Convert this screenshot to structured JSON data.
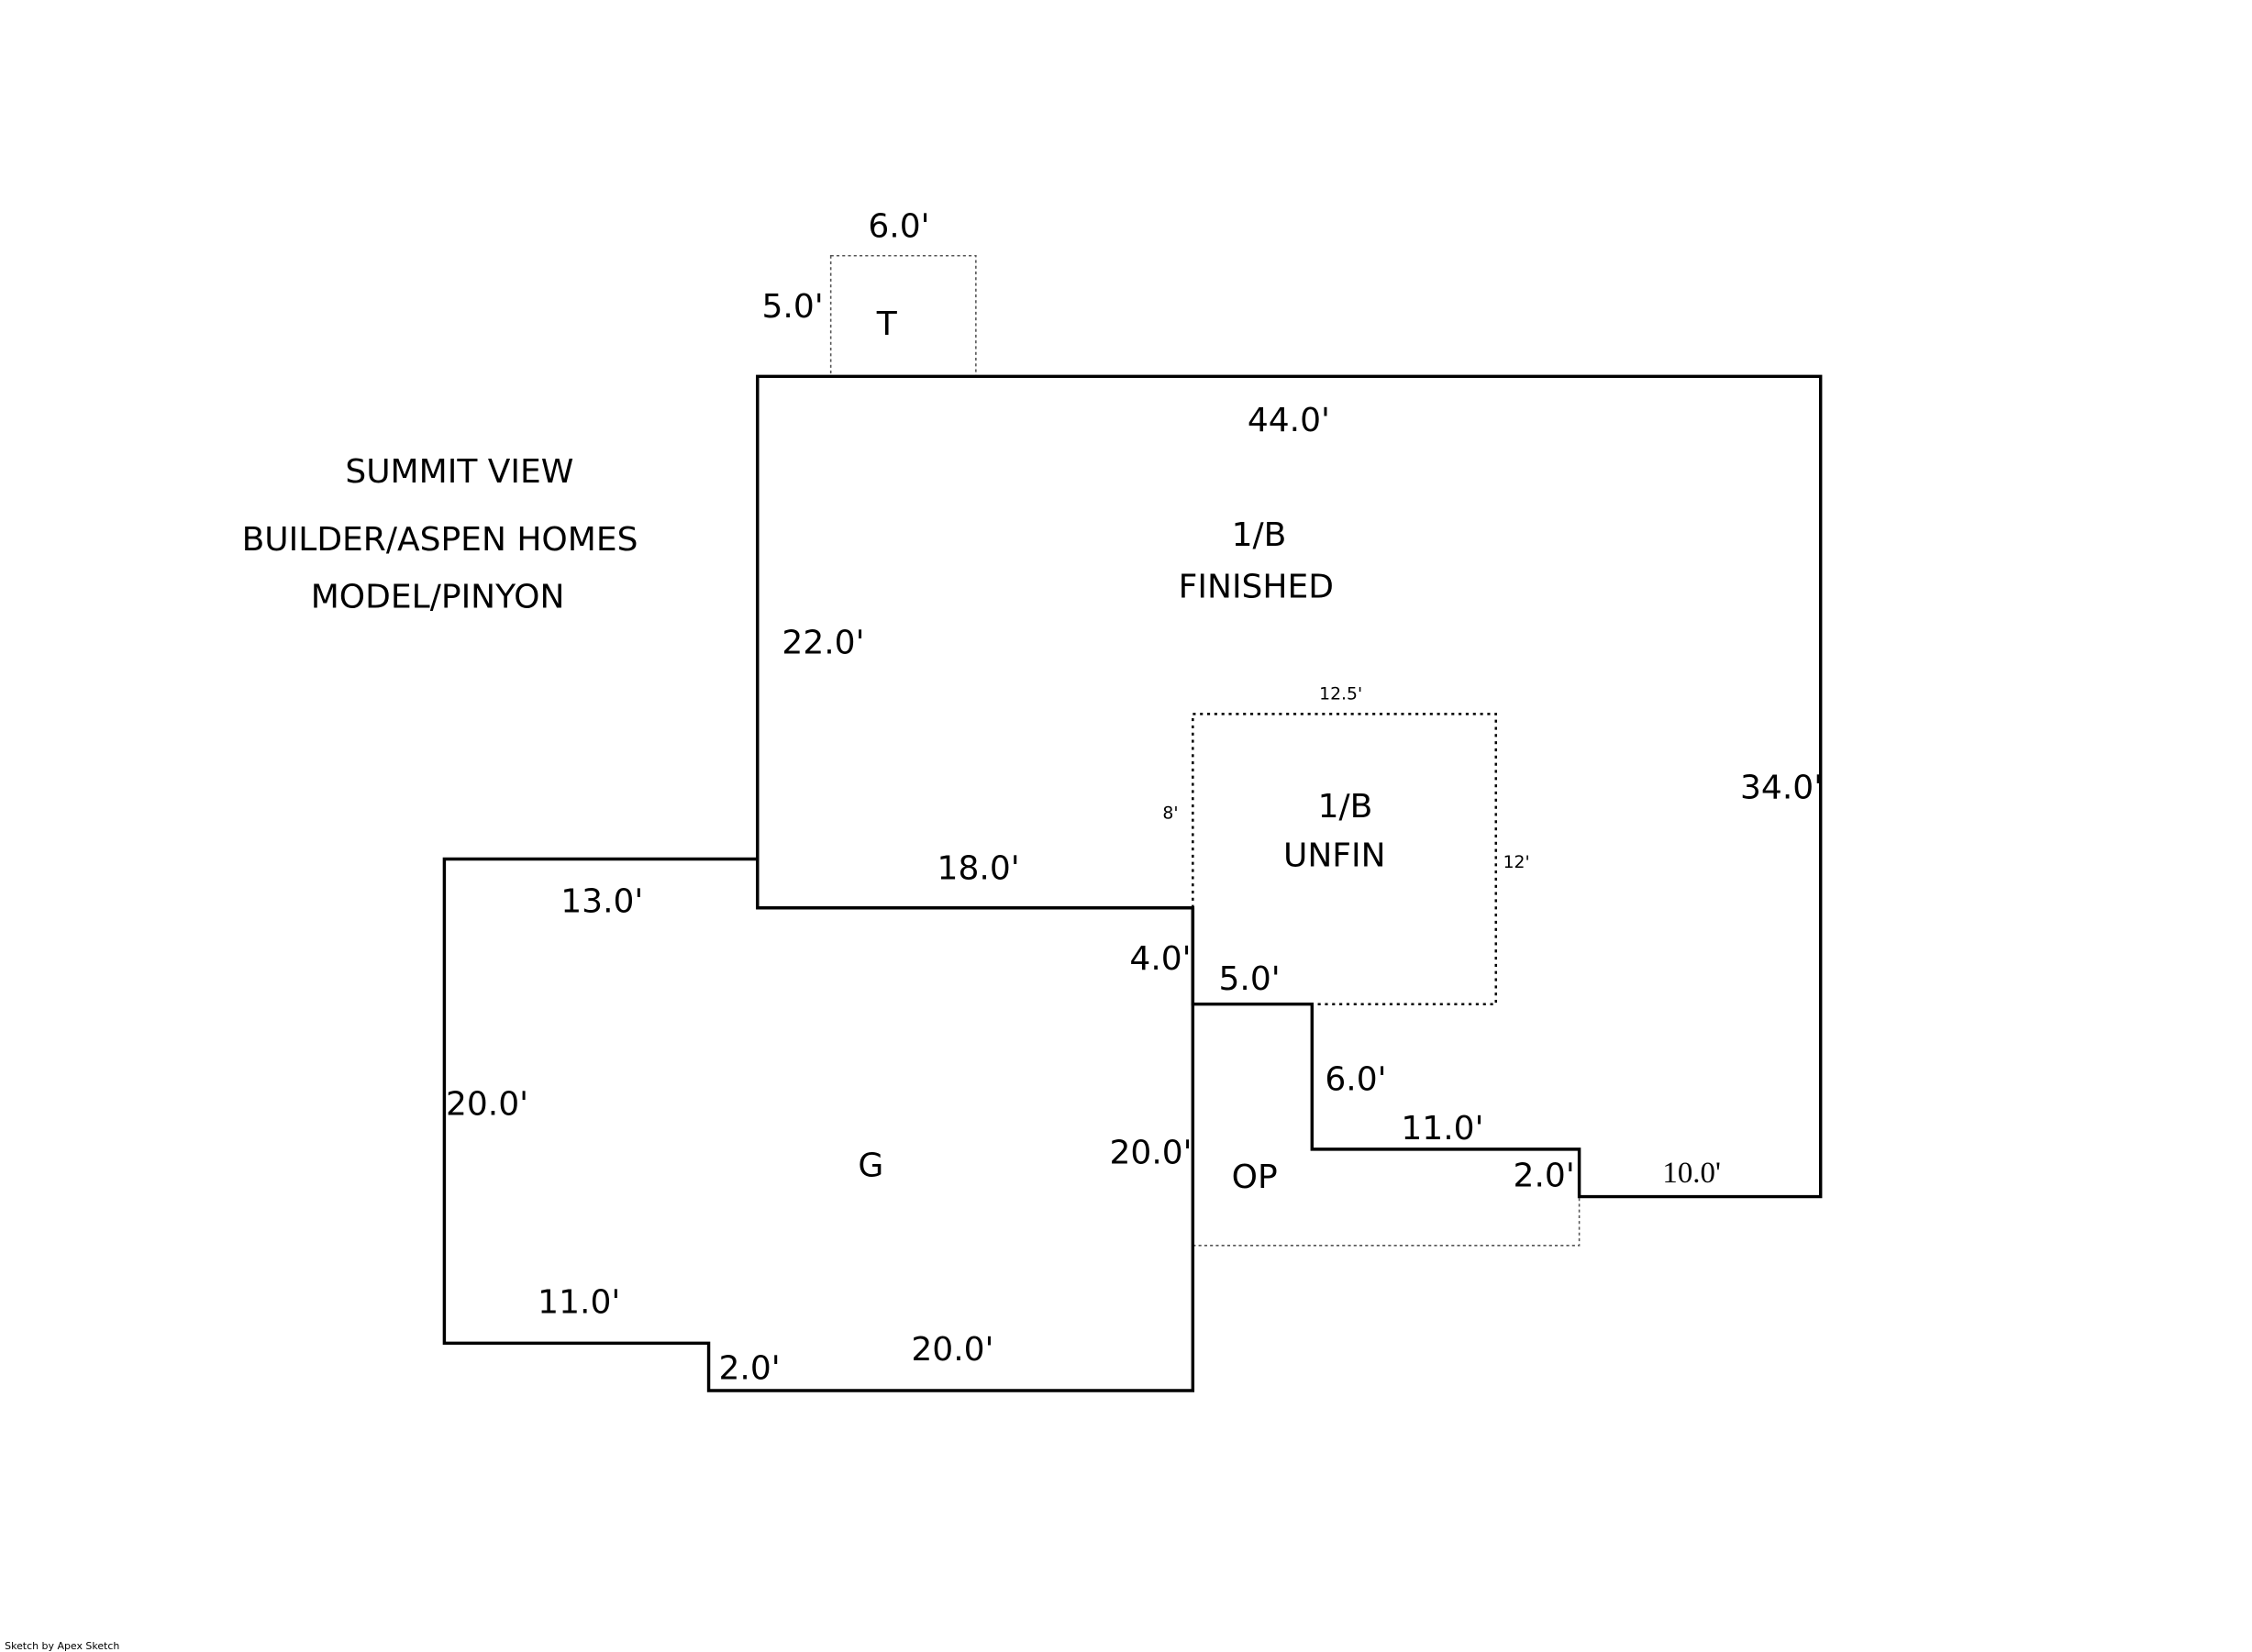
{
  "title_block": {
    "line1": "SUMMIT VIEW",
    "line2": "BUILDER/ASPEN HOMES",
    "line3": "MODEL/PINYON"
  },
  "areas": {
    "t": "T",
    "main_line1": "1/B",
    "main_line2": "FINISHED",
    "unfin_line1": "1/B",
    "unfin_line2": "UNFIN",
    "garage": "G",
    "porch": "OP"
  },
  "dimensions": {
    "t_top": "6.0'",
    "t_side": "5.0'",
    "main_top": "44.0'",
    "main_left": "22.0'",
    "main_right": "34.0'",
    "main_bottom": "18.0'",
    "step_4": "4.0'",
    "step_5": "5.0'",
    "step_6": "6.0'",
    "step_11": "11.0'",
    "step_2": "2.0'",
    "step_10": "10.0'",
    "unfin_top": "12.5'",
    "unfin_left": "8'",
    "unfin_right": "12'",
    "garage_top": "13.0'",
    "garage_left": "20.0'",
    "garage_right": "20.0'",
    "garage_bottom_left": "11.0'",
    "garage_notch": "2.0'",
    "garage_bottom": "20.0'"
  },
  "footer": "Sketch by Apex Sketch"
}
